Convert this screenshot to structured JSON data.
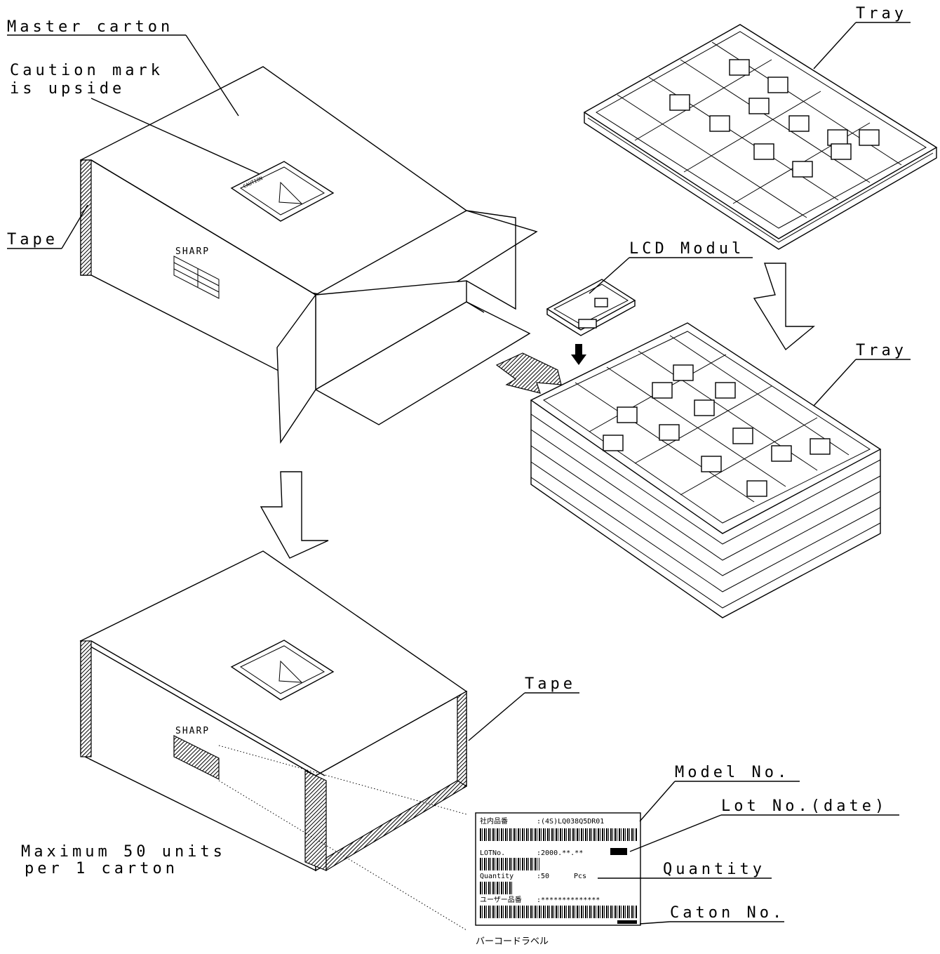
{
  "labels": {
    "master_carton": "Master carton",
    "caution_mark_line1": "Caution mark",
    "caution_mark_line2": "is upside",
    "tape_top": "Tape",
    "tray_top": "Tray",
    "lcd_modul": "LCD Modul",
    "tray_stack": "Tray",
    "tape_bottom": "Tape",
    "model_no": "Model No.",
    "lot_no": "Lot No.(date)",
    "quantity": "Quantity",
    "caton_no": "Caton No.",
    "maximum_line1": "Maximum 50 units",
    "maximum_line2": "per 1 carton",
    "barcode_label_jp": "バーコードラベル"
  },
  "carton_label": {
    "brand": "SHARP",
    "caution": "CAUTION"
  },
  "barcode_label": {
    "model_key": "社内品番",
    "model_value": ":(4S)LQ038Q5DR01",
    "lot_key": "LOTNo.",
    "lot_value": ":2000.**.**",
    "qty_key": "Quantity",
    "qty_value": ":50",
    "qty_unit": "Pcs",
    "user_key": "ユーザー品番",
    "user_value": ":**************"
  },
  "colors": {
    "line": "#000000",
    "background": "#ffffff"
  }
}
